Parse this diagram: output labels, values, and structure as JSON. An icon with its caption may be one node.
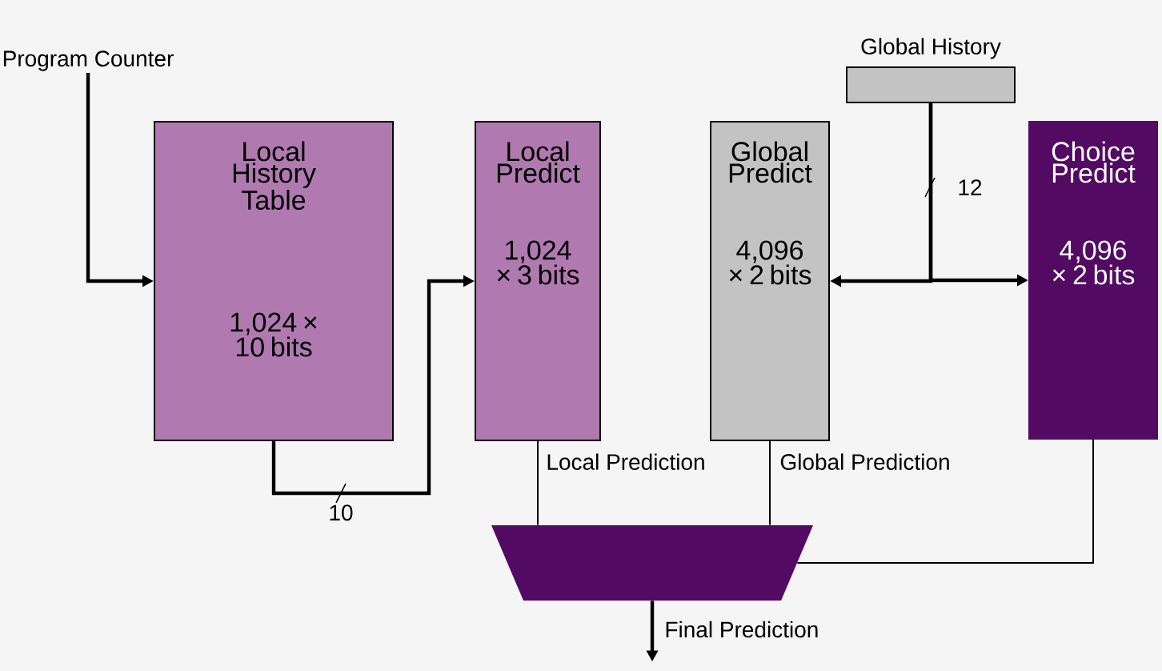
{
  "diagram": {
    "nodes": [
      {
        "text": [
          "Program Counter"
        ]
      },
      {
        "text": [
          "Local History Table",
          "1,024 × 10 bits"
        ]
      },
      {
        "text": [
          "Local Predict",
          "1,024 × 3 bits"
        ]
      },
      {
        "text": [
          "Global Predict",
          "4,096 × 2 bits"
        ]
      },
      {
        "text": [
          "Choice Predict",
          "4,096 × 2 bits"
        ]
      },
      {
        "text": [
          "Global History"
        ]
      },
      {
        "text": [],
        "shape": "trapezoid"
      }
    ],
    "edges": [
      {
        "from": 0,
        "to": 1,
        "arrow": "to"
      },
      {
        "from": 1,
        "to": 2,
        "arrow": "to",
        "label": "10"
      },
      {
        "from": 5,
        "to": 3,
        "arrow": "to",
        "label": "12"
      },
      {
        "from": 5,
        "to": 4,
        "arrow": "to"
      },
      {
        "from": 2,
        "to": 6,
        "arrow": "none",
        "label": "Local Prediction"
      },
      {
        "from": 3,
        "to": 6,
        "arrow": "none",
        "label": "Global Prediction"
      },
      {
        "from": 4,
        "to": 6,
        "arrow": "none"
      },
      {
        "from": 6,
        "to": null,
        "arrow": "to",
        "label": "Final Prediction"
      }
    ]
  }
}
